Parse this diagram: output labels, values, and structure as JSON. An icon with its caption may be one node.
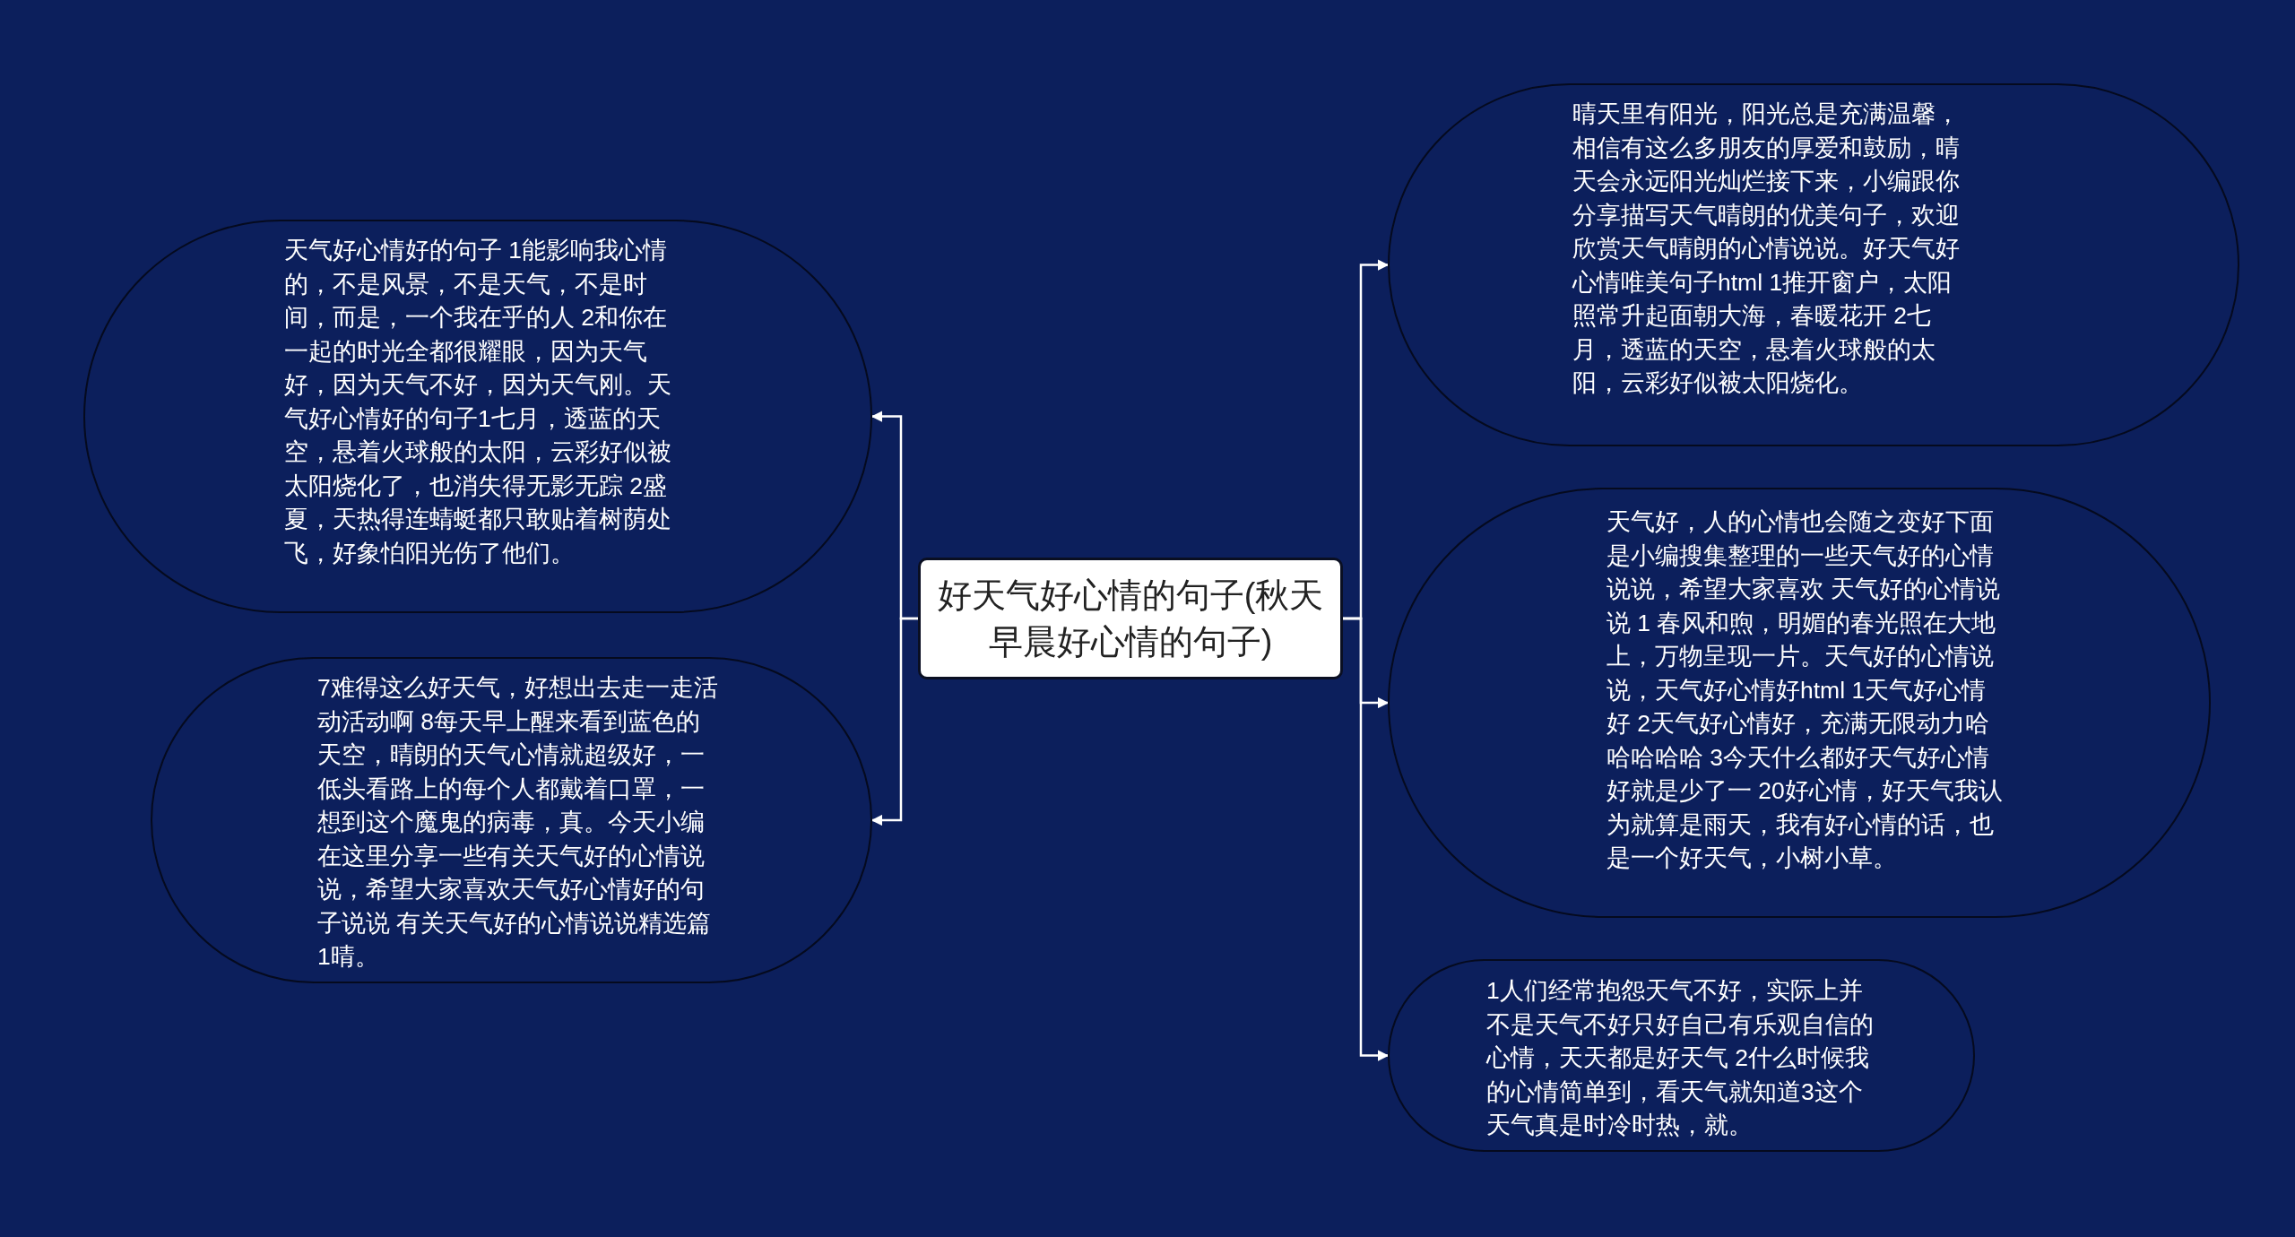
{
  "diagram": {
    "nodes": [
      {
        "text": [
          "好天气好心情的句子(秋天早晨好心情的句子)"
        ]
      },
      {
        "text": [
          "天气好心情好的句子 1能影响我心情的，不是风景，不是天气，不是时间，而是，一个我在乎的人 2和你在一起的时光全都很耀眼，因为天气好，因为天气不好，因为天气刚。天气好心情好的句子1七月，透蓝的天空，悬着火球般的太阳，云彩好似被太阳烧化了，也消失得无影无踪 2盛夏，天热得连蜻蜓都只敢贴着树荫处飞，好象怕阳光伤了他们。"
        ]
      },
      {
        "text": [
          "7难得这么好天气，好想出去走一走活动活动啊 8每天早上醒来看到蓝色的天空，晴朗的天气心情就超级好，一低头看路上的每个人都戴着口罩，一想到这个魔鬼的病毒，真。今天小编在这里分享一些有关天气好的心情说说，希望大家喜欢天气好心情好的句子说说 有关天气好的心情说说精选篇 1晴。"
        ]
      },
      {
        "text": [
          "晴天里有阳光，阳光总是充满温馨，相信有这么多朋友的厚爱和鼓励，晴天会永远阳光灿烂接下来，小编跟你分享描写天气晴朗的优美句子，欢迎欣赏天气晴朗的心情说说。好天气好心情唯美句子html 1推开窗户，太阳照常升起面朝大海，春暖花开 2七月，透蓝的天空，悬着火球般的太阳，云彩好似被太阳烧化。"
        ]
      },
      {
        "text": [
          "天气好，人的心情也会随之变好下面是小编搜集整理的一些天气好的心情说说，希望大家喜欢 天气好的心情说说 1 春风和煦，明媚的春光照在大地上，万物呈现一片。天气好的心情说说，天气好心情好html 1天气好心情好 2天气好心情好，充满无限动力哈哈哈哈哈 3今天什么都好天气好心情好就是少了一 20好心情，好天气我认为就算是雨天，我有好心情的话，也是一个好天气，小树小草。"
        ]
      },
      {
        "text": [
          "1人们经常抱怨天气不好，实际上并不是天气不好只好自己有乐观自信的心情，天天都是好天气 2什么时候我的心情简单到，看天气就知道3这个天气真是时冷时热，就。"
        ]
      }
    ],
    "edges": [
      {
        "from": 0,
        "to": 1,
        "arrow": "to"
      },
      {
        "from": 0,
        "to": 2,
        "arrow": "to"
      },
      {
        "from": 0,
        "to": 3,
        "arrow": "to"
      },
      {
        "from": 0,
        "to": 4,
        "arrow": "to"
      },
      {
        "from": 0,
        "to": 5,
        "arrow": "to"
      }
    ]
  }
}
